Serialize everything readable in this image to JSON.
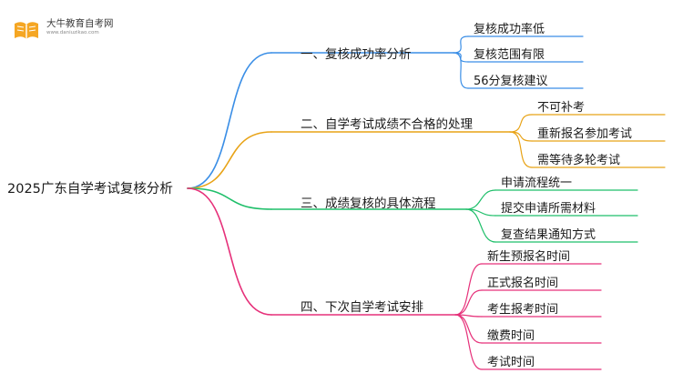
{
  "logo": {
    "name": "大牛教育自考网",
    "url": "www.daniuzikao.com"
  },
  "root": {
    "label": "2025广东自学考试复核分析"
  },
  "branches": [
    {
      "label": "一、复核成功率分析",
      "color": "#3a8ee6",
      "children": [
        "复核成功率低",
        "复核范围有限",
        "56分复核建议"
      ]
    },
    {
      "label": "二、自学考试成绩不合格的处理",
      "color": "#e8a317",
      "children": [
        "不可补考",
        "重新报名参加考试",
        "需等待多轮考试"
      ]
    },
    {
      "label": "三、成绩复核的具体流程",
      "color": "#1fbf6a",
      "children": [
        "申请流程统一",
        "提交申请所需材料",
        "复查结果通知方式"
      ]
    },
    {
      "label": "四、下次自学考试安排",
      "color": "#e6317a",
      "children": [
        "新生预报名时间",
        "正式报名时间",
        "考生报考时间",
        "缴费时间",
        "考试时间"
      ]
    }
  ]
}
